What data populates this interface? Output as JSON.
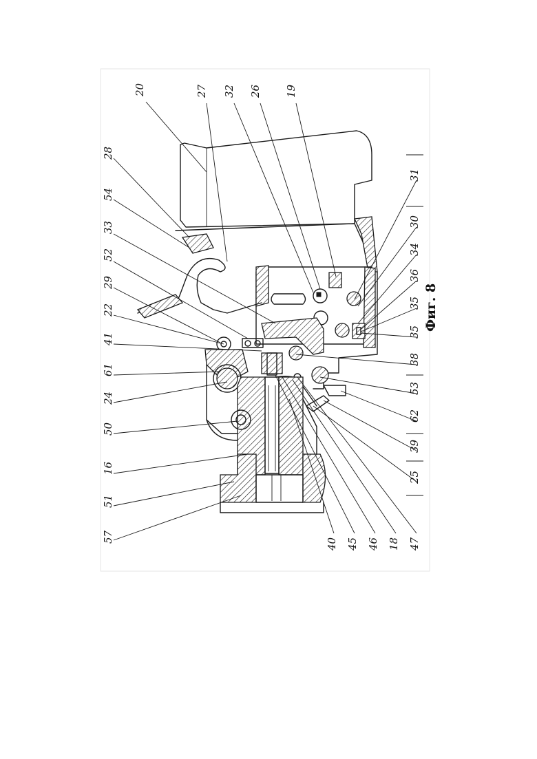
{
  "figure": {
    "caption": "Фиг. 8",
    "callouts_top": [
      "20",
      "27",
      "32",
      "26",
      "19"
    ],
    "callouts_left": [
      "28",
      "54",
      "33",
      "52",
      "29",
      "22",
      "41",
      "61",
      "24",
      "50",
      "16",
      "51",
      "57"
    ],
    "callouts_bottom_right": [
      "31",
      "30",
      "34",
      "36",
      "35",
      "35",
      "38",
      "53",
      "62",
      "39",
      "25",
      "47",
      "18",
      "46",
      "45",
      "40"
    ]
  }
}
